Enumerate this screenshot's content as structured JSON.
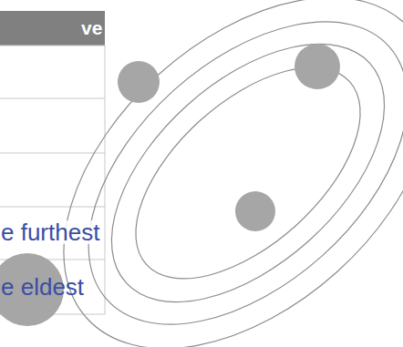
{
  "diagram": {
    "labels": [
      "ve",
      "e furthest",
      "e eldest"
    ]
  }
}
